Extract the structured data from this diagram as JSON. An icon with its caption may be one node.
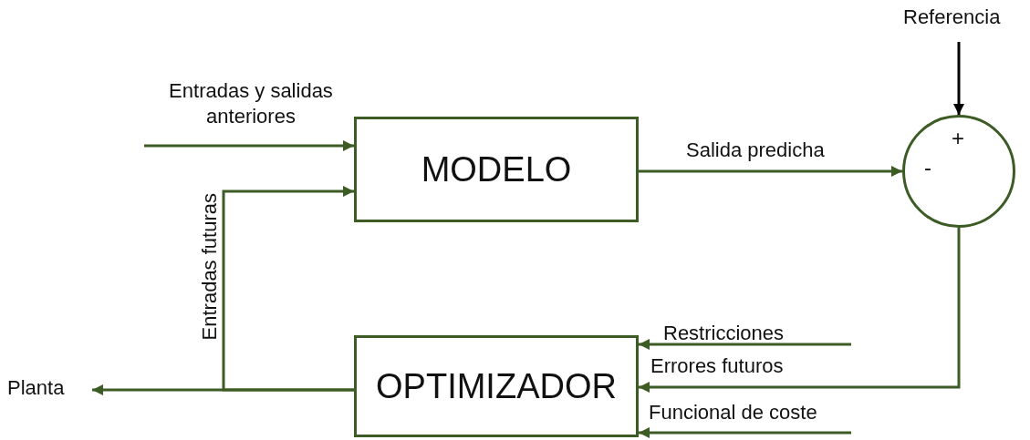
{
  "diagram": {
    "nodes": [
      {
        "text": [
          "Referencia"
        ]
      },
      {
        "text": [
          "MODELO"
        ]
      },
      {
        "text": [
          "+",
          "-"
        ]
      },
      {
        "text": [
          "OPTIMIZADOR"
        ]
      },
      {
        "text": [
          "Planta"
        ]
      }
    ],
    "edges": [
      {
        "from": 0,
        "to": 2,
        "arrow": "to",
        "color": "#000000"
      },
      {
        "from": null,
        "to": 1,
        "arrow": "to",
        "label": "Entradas y salidas anteriores"
      },
      {
        "from": 1,
        "to": 2,
        "arrow": "to",
        "label": "Salida predicha"
      },
      {
        "from": 2,
        "to": 3,
        "arrow": "to",
        "label": "Errores futuros"
      },
      {
        "from": null,
        "to": 3,
        "arrow": "to",
        "label": "Restricciones"
      },
      {
        "from": null,
        "to": 3,
        "arrow": "to",
        "label": "Funcional de coste"
      },
      {
        "from": 3,
        "to": 4,
        "arrow": "to"
      },
      {
        "from": 3,
        "to": 1,
        "arrow": "to",
        "label": "Entradas futuras"
      }
    ]
  }
}
